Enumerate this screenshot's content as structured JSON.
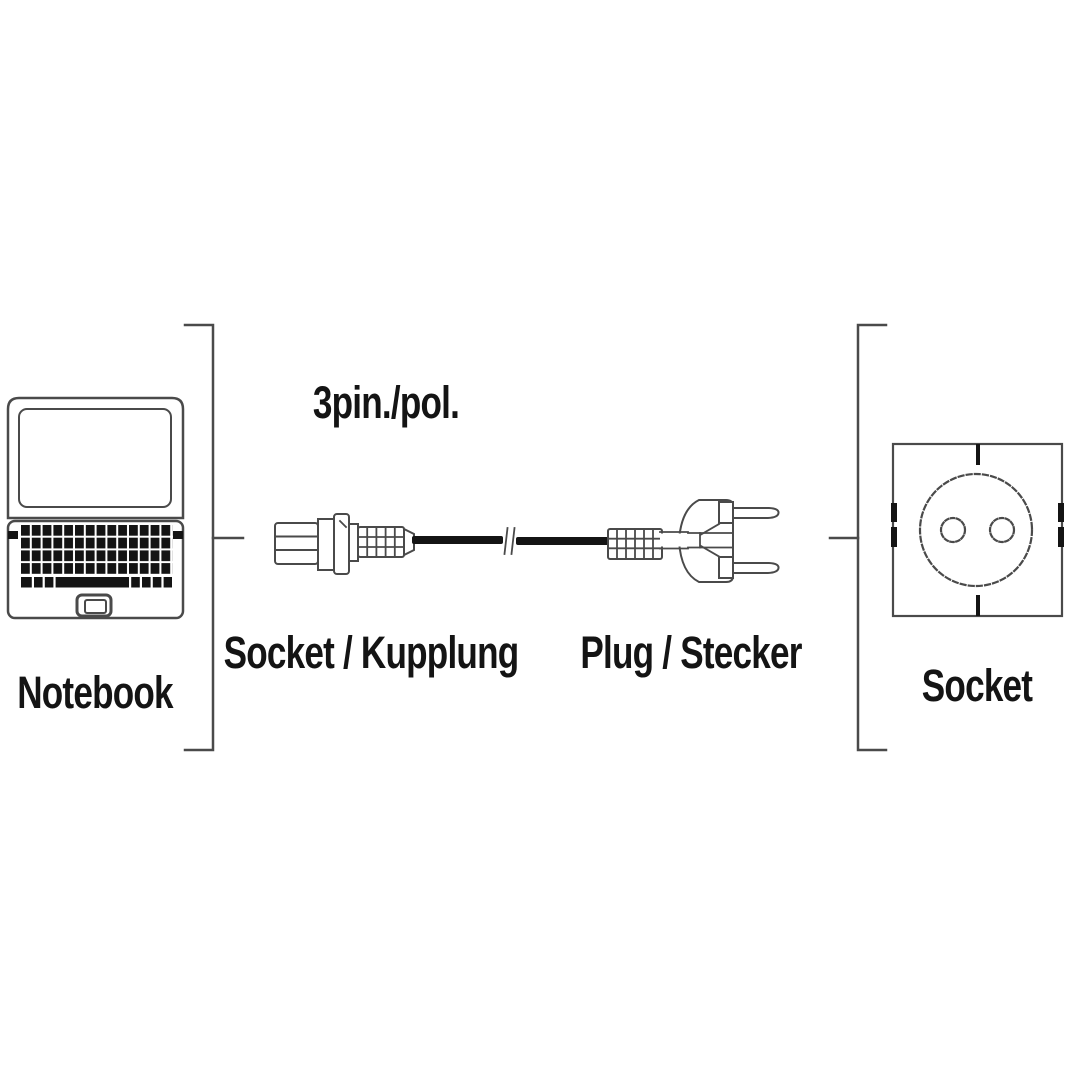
{
  "diagram": {
    "labels": {
      "notebook": "Notebook",
      "cable_pins": "3pin./pol.",
      "coupling": "Socket / Kupplung",
      "plug": "Plug / Stecker",
      "socket": "Socket"
    },
    "colors": {
      "line": "#4a4a4a",
      "ink": "#141414",
      "bg": "#ffffff"
    }
  }
}
